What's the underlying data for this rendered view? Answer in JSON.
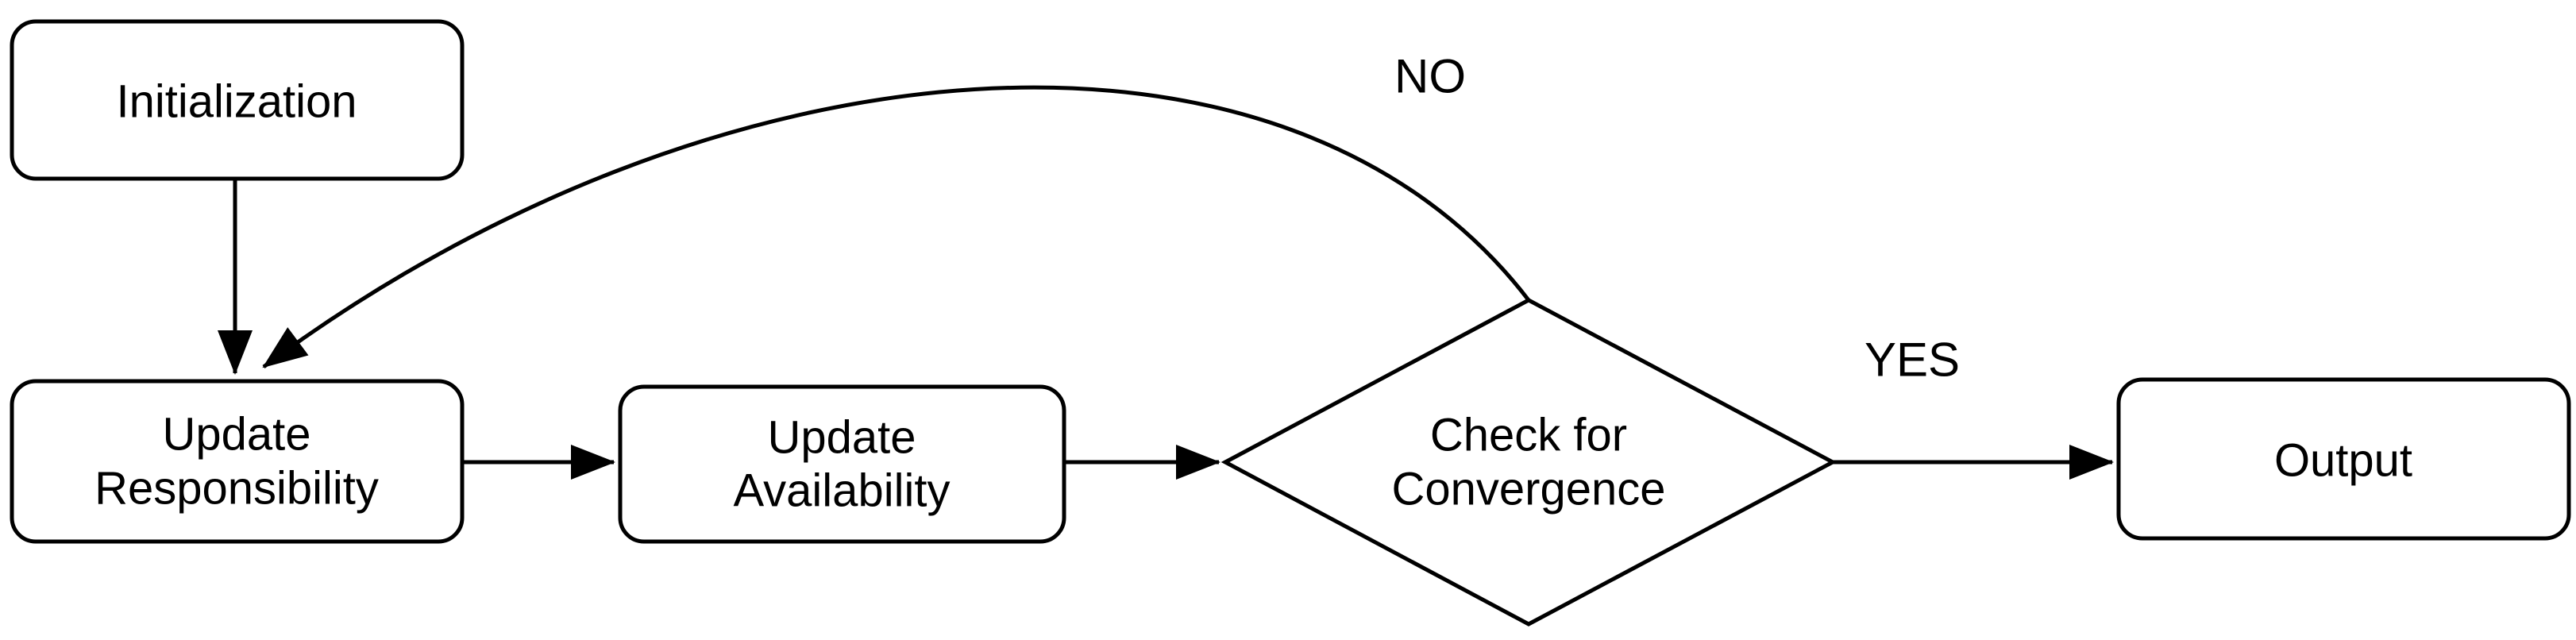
{
  "colors": {
    "background": "#ffffff",
    "fill": "#ffffff",
    "stroke": "#000000",
    "text": "#000000"
  },
  "nodes": {
    "initialization": {
      "type": "process",
      "label": "Initialization"
    },
    "update_responsibility": {
      "type": "process",
      "line1": "Update",
      "line2": "Responsibility"
    },
    "update_availability": {
      "type": "process",
      "line1": "Update",
      "line2": "Availability"
    },
    "check_convergence": {
      "type": "decision",
      "line1": "Check for",
      "line2": "Convergence"
    },
    "output": {
      "type": "process",
      "label": "Output"
    }
  },
  "edges": {
    "no_label": "NO",
    "yes_label": "YES"
  }
}
